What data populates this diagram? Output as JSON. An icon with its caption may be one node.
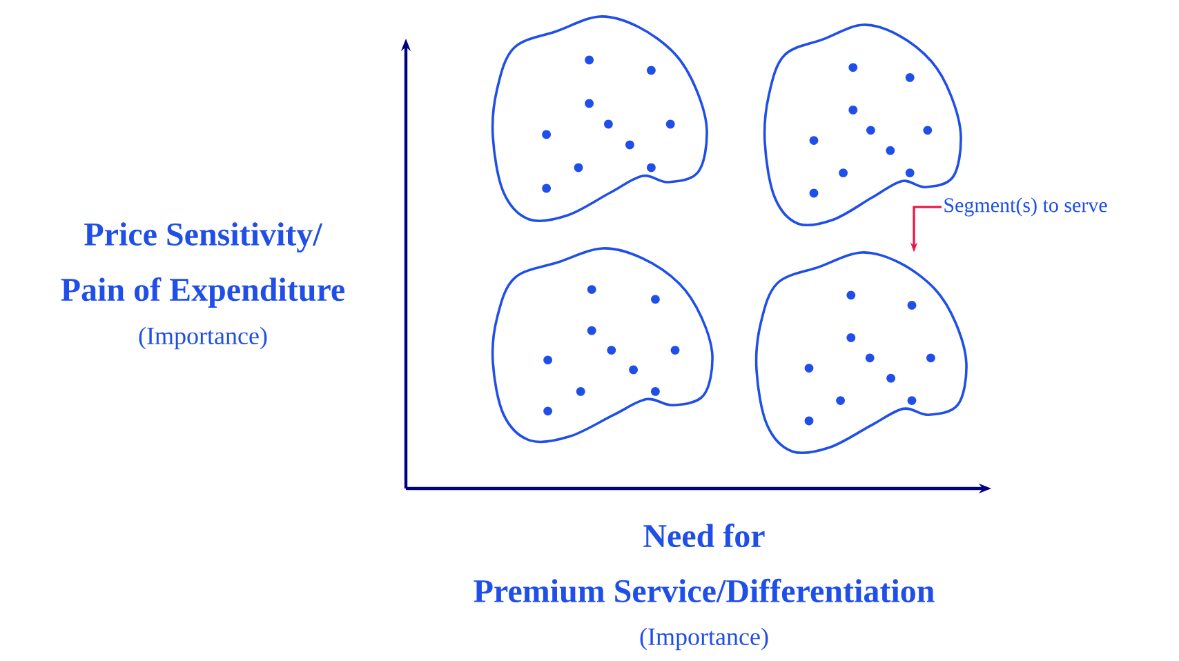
{
  "diagram": {
    "nodes": [
      {
        "text": [],
        "shape": "cloud"
      },
      {
        "text": [],
        "shape": "cloud"
      },
      {
        "text": [],
        "shape": "cloud"
      },
      {
        "text": [],
        "shape": "cloud"
      },
      {
        "text": [
          "Segment(s) to serve"
        ]
      }
    ],
    "edges": [
      {
        "from": 4,
        "to": 3,
        "arrow": "to",
        "color": "#ee1144"
      }
    ],
    "labels": [
      "Price Sensitivity/",
      "Pain of Expenditure",
      "(Importance)",
      "Need for",
      "Premium Service/Differentiation",
      "(Importance)"
    ]
  }
}
